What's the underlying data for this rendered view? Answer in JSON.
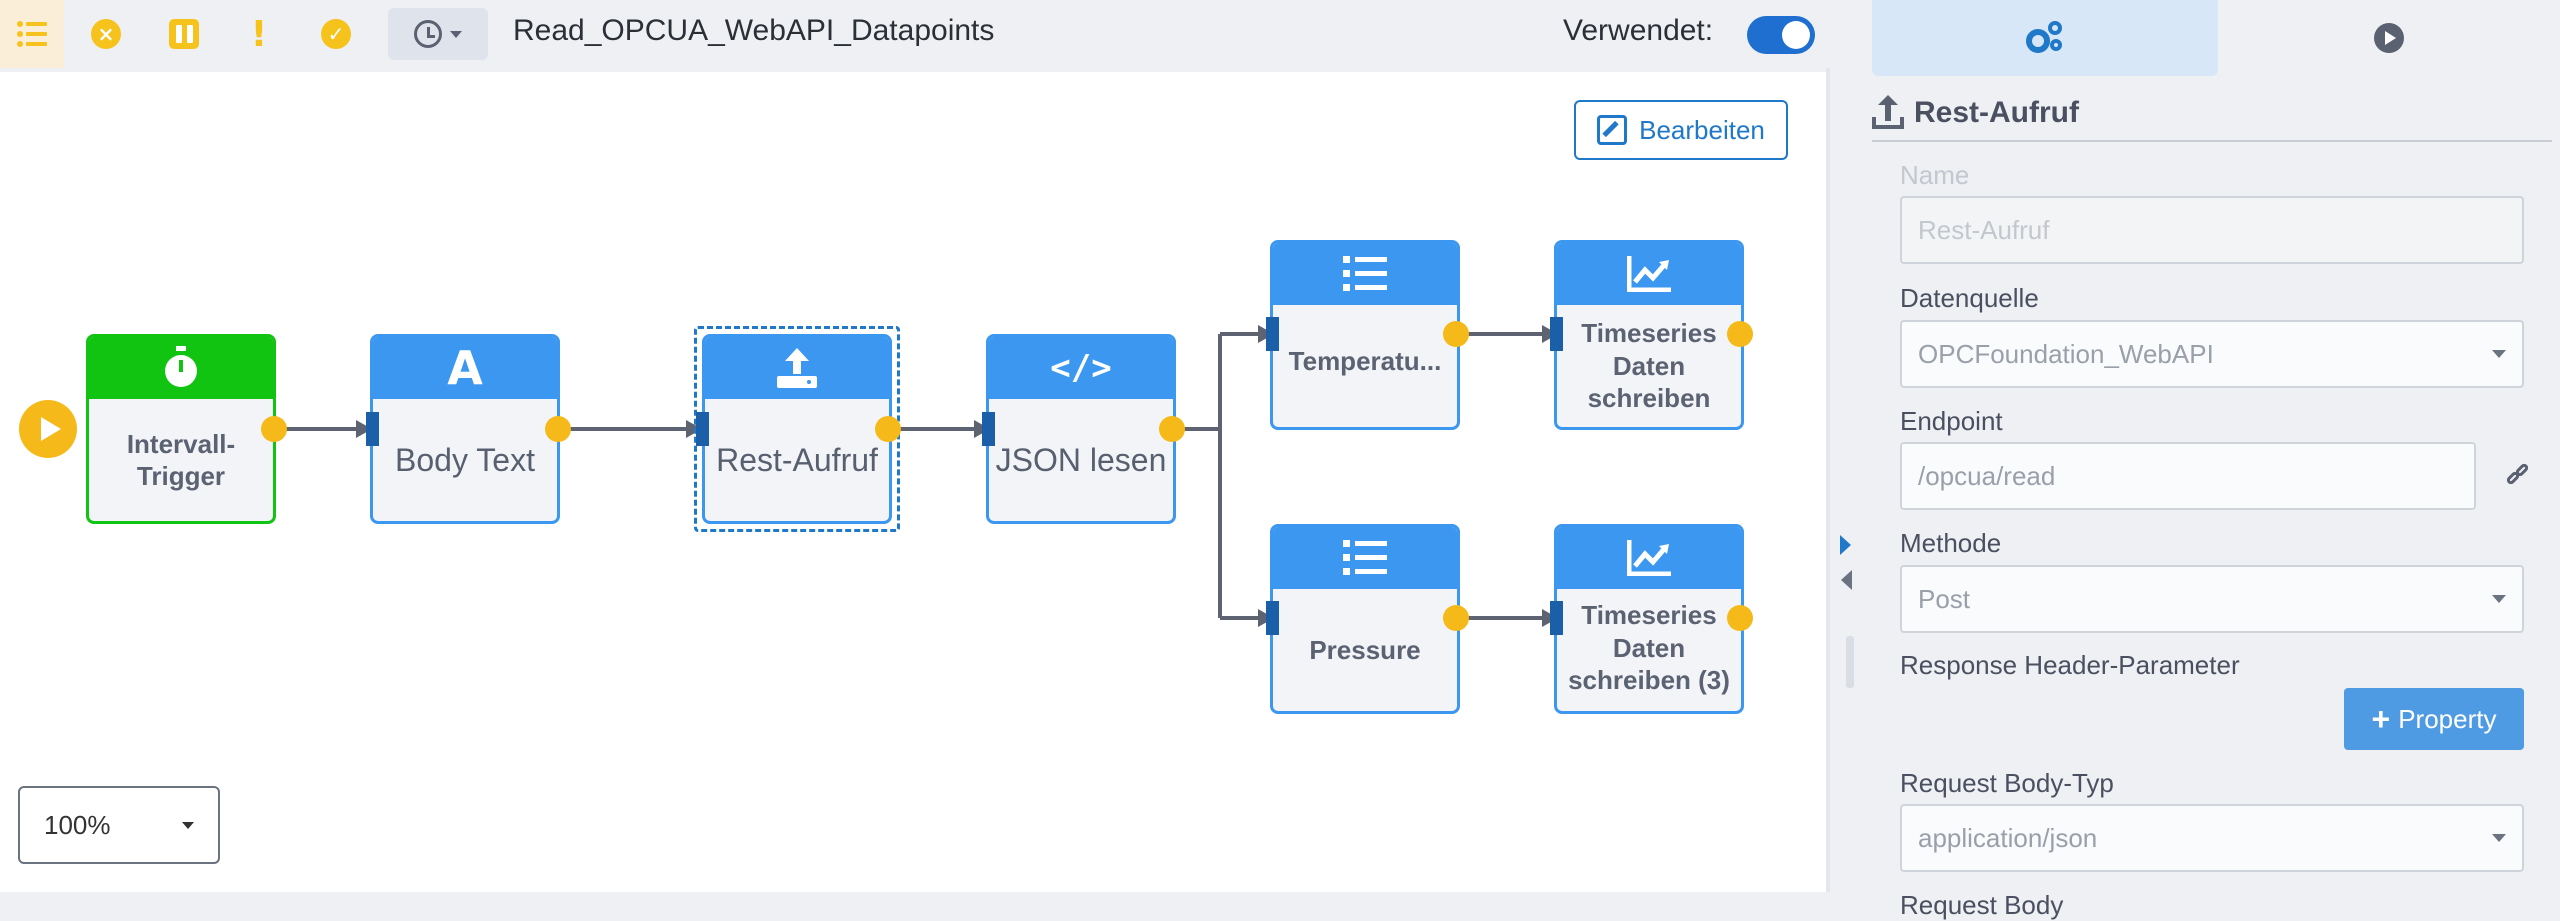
{
  "toolbar": {
    "flow_title": "Read_OPCUA_WebAPI_Datapoints",
    "used_label": "Verwendet:",
    "used_enabled": true,
    "icons": [
      "list-icon",
      "cancel-circle-icon",
      "pause-icon",
      "warning-icon",
      "check-circle-icon",
      "clock-icon"
    ],
    "accent_color": "#f6c31c"
  },
  "canvas": {
    "edit_button": "Bearbeiten",
    "zoom": "100%",
    "nodes": [
      {
        "id": "intervall",
        "label": "Intervall-Trigger",
        "icon": "stopwatch-icon",
        "type": "trigger"
      },
      {
        "id": "bodytext",
        "label": "Body Text",
        "icon": "text-a-icon"
      },
      {
        "id": "rest",
        "label": "Rest-Aufruf",
        "icon": "upload-icon",
        "selected": true
      },
      {
        "id": "json",
        "label": "JSON lesen",
        "icon": "code-icon"
      },
      {
        "id": "temp",
        "label": "Temperatu...",
        "icon": "list-icon"
      },
      {
        "id": "ts1",
        "label": "Timeseries Daten schreiben",
        "icon": "chart-line-icon"
      },
      {
        "id": "pressure",
        "label": "Pressure",
        "icon": "list-icon"
      },
      {
        "id": "ts3",
        "label": "Timeseries Daten schreiben (3)",
        "icon": "chart-line-icon"
      }
    ]
  },
  "panel": {
    "tabs": [
      "gears-icon",
      "play-icon"
    ],
    "title": "Rest-Aufruf",
    "fields": {
      "name_label": "Name",
      "name_value": "Rest-Aufruf",
      "datasource_label": "Datenquelle",
      "datasource_value": "OPCFoundation_WebAPI",
      "endpoint_label": "Endpoint",
      "endpoint_value": "/opcua/read",
      "method_label": "Methode",
      "method_value": "Post",
      "response_header_label": "Response Header-Parameter",
      "property_button": "Property",
      "request_body_type_label": "Request Body-Typ",
      "request_body_type_value": "application/json",
      "request_body_label": "Request Body"
    }
  }
}
